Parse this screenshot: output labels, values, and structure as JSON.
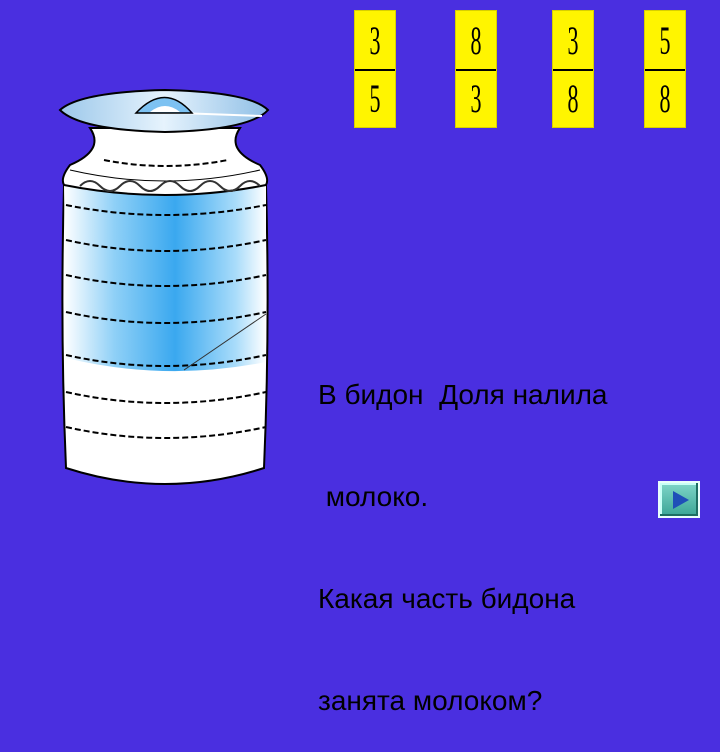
{
  "fraction_cards": [
    {
      "numerator": "3",
      "denominator": "5"
    },
    {
      "numerator": "8",
      "denominator": "3"
    },
    {
      "numerator": "3",
      "denominator": "8"
    },
    {
      "numerator": "5",
      "denominator": "8"
    }
  ],
  "question": {
    "line1": "В бидон  Доля налила",
    "line2": " молоко.",
    "line3": "Какая часть бидона",
    "line4": "занята молоком?"
  },
  "colors": {
    "background": "#4a2fe0",
    "card": "#fff500",
    "milk_fill": "#4ab3f0"
  },
  "icons": {
    "next_button": "next-arrow-icon"
  }
}
